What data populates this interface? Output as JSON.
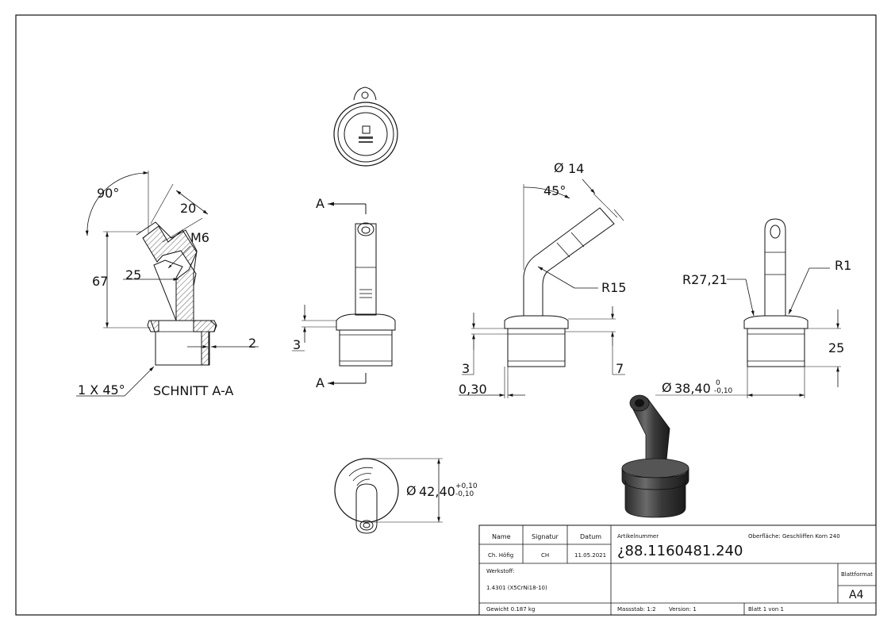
{
  "drawing": {
    "section_view": {
      "title": "SCHNITT A-A",
      "dims": {
        "angle": "90°",
        "thread_len": "20",
        "thread": "M6",
        "height": "67",
        "offset": "25",
        "wall": "2",
        "chamfer": "1 X 45°"
      }
    },
    "front_view": {
      "section_label_top": "A",
      "section_label_bottom": "A",
      "dim_3": "3"
    },
    "side_view": {
      "diameter_tube": "14",
      "angle": "45°",
      "radius": "R15",
      "dim_3": "3",
      "dim_030": "0,30",
      "dim_7": "7"
    },
    "right_view": {
      "radius_large": "R27,21",
      "radius_small": "R1",
      "height": "25",
      "diameter": "38,40",
      "tol_upper": "0",
      "tol_lower": "-0,10"
    },
    "bottom_view": {
      "diameter": "42,40",
      "tol_upper": "+0,10",
      "tol_lower": "-0,10"
    }
  },
  "title_block": {
    "headers": {
      "name": "Name",
      "signatur": "Signatur",
      "datum": "Datum"
    },
    "name": "Ch. Höfig",
    "signatur": "CH",
    "datum": "11.05.2021",
    "artikelnummer_label": "Artikelnummer",
    "artikelnummer": "¿88.1160481.240",
    "oberflaeche": "Oberfläche:  Geschliffen Korn 240",
    "werkstoff_label": "Werkstoff:",
    "werkstoff": "1.4301 (X5CrNi18-10)",
    "blattformat_label": "Blattformat",
    "blattformat": "A4",
    "gewicht": "Gewicht 0.187 kg",
    "massstab": "Massstab: 1:2",
    "version": "Version: 1",
    "blatt": "Blatt 1 von 1"
  }
}
